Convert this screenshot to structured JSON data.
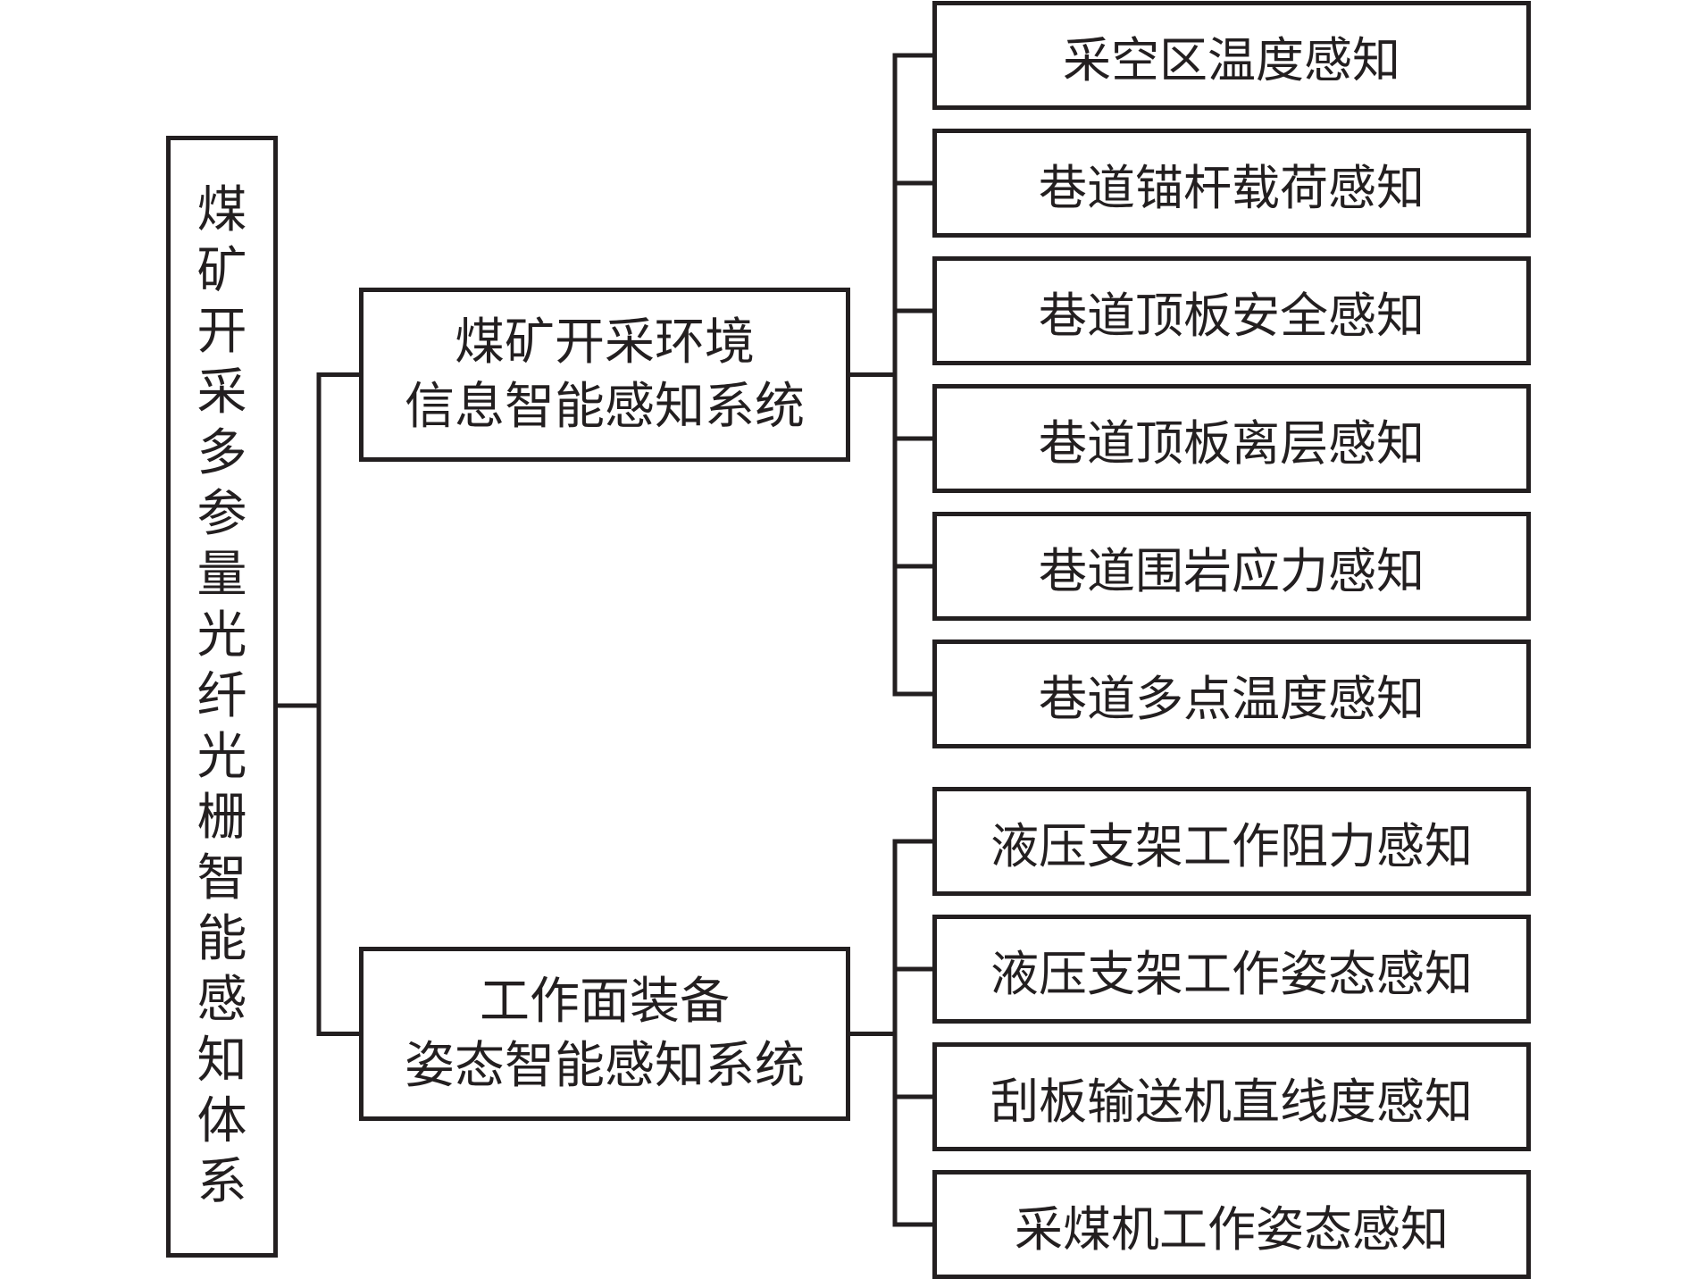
{
  "root": {
    "label": "煤矿开采多参量光纤光栅智能感知体系"
  },
  "systems": [
    {
      "lines": [
        "煤矿开采环境",
        "信息智能感知系统"
      ],
      "children": [
        "采空区温度感知",
        "巷道锚杆载荷感知",
        "巷道顶板安全感知",
        "巷道顶板离层感知",
        "巷道围岩应力感知",
        "巷道多点温度感知"
      ]
    },
    {
      "lines": [
        "工作面装备",
        "姿态智能感知系统"
      ],
      "children": [
        "液压支架工作阻力感知",
        "液压支架工作姿态感知",
        "刮板输送机直线度感知",
        "采煤机工作姿态感知"
      ]
    }
  ]
}
